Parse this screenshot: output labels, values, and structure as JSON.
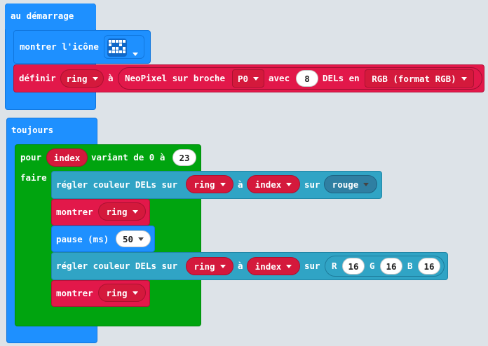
{
  "colors": {
    "basic": "#1e90ff",
    "basic_dark": "#1177de",
    "loops": "#00a40f",
    "loops_dark": "#008a0c",
    "neopixel": "#e2184a",
    "neopixel_dark": "#b5123a",
    "light": "#30a4c5",
    "light_dark": "#2288a8",
    "variable": "#d4193c",
    "grid": "#dde3e8"
  },
  "on_start": {
    "hat_label": "au démarrage",
    "show_icon": {
      "label": "montrer l'icône",
      "icon_name": "small-heart-icon"
    },
    "define": {
      "label": "définir",
      "variable": "ring",
      "to_label": "à",
      "neopixel_label": "NeoPixel sur broche",
      "pin": "P0",
      "with_label": "avec",
      "leds": "8",
      "leds_label": "DELs en",
      "mode": "RGB (format RGB)"
    }
  },
  "forever": {
    "hat_label": "toujours",
    "for_loop": {
      "pour_label": "pour",
      "variable": "index",
      "range_label": "variant de 0 à",
      "end": "23",
      "do_label": "faire",
      "set_color_1": {
        "label": "régler couleur DELs sur",
        "strip": "ring",
        "at_label": "à",
        "index": "index",
        "on_label": "sur",
        "color": "rouge"
      },
      "show_1": {
        "label": "montrer",
        "strip": "ring"
      },
      "pause": {
        "label": "pause (ms)",
        "value": "50"
      },
      "set_color_2": {
        "label": "régler couleur DELs sur",
        "strip": "ring",
        "at_label": "à",
        "index": "index",
        "on_label": "sur",
        "r_label": "R",
        "r": "16",
        "g_label": "G",
        "g": "16",
        "b_label": "B",
        "b": "16"
      },
      "show_2": {
        "label": "montrer",
        "strip": "ring"
      }
    }
  }
}
